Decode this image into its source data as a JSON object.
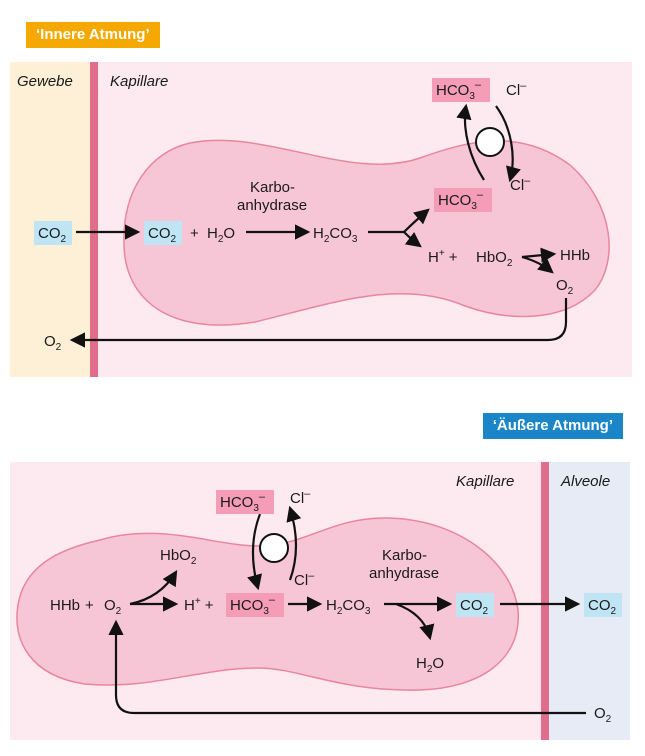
{
  "inner": {
    "badge": "‘Innere Atmung’",
    "gewebe": "Gewebe",
    "kapillare": "Kapillare",
    "karbo": "Karbo-",
    "anhydrase": "anhydrase",
    "co2": "CO",
    "h2o": "H",
    "h2o_o": "O",
    "h2co3_h": "H",
    "h2co3_co": "CO",
    "hco3": "HCO",
    "cl": "Cl",
    "hplus": "H",
    "hbo2": "HbO",
    "hhb": "HHb",
    "o2": "O",
    "plus": "+",
    "sub2": "2",
    "sub3": "3",
    "minus": "–",
    "plus_sup": "+"
  },
  "outer": {
    "badge": "‘Äußere Atmung’",
    "kapillare": "Kapillare",
    "alveole": "Alveole",
    "karbo": "Karbo-",
    "anhydrase": "anhydrase",
    "hhb": "HHb",
    "o2": "O",
    "hbo2": "HbO",
    "hplus": "H",
    "hco3": "HCO",
    "h2co3_h": "H",
    "h2co3_co": "CO",
    "co2": "CO",
    "h2o": "H",
    "h2o_o": "O",
    "cl": "Cl",
    "plus": "+",
    "sub2": "2",
    "sub3": "3",
    "minus": "–",
    "plus_sup": "+"
  },
  "colors": {
    "gewebe_bg": "#fdf0d6",
    "kapillare_bg": "#fdeaf0",
    "alveole_bg": "#e6ebf6",
    "cell_fill": "#f7c6d6",
    "cell_stroke": "#e8859f",
    "membrane": "#e06d8b",
    "co2_box": "#bfe4f3",
    "hco3_box": "#f49cb8",
    "inner_badge": "#f5a800",
    "outer_badge": "#1a86c8"
  }
}
